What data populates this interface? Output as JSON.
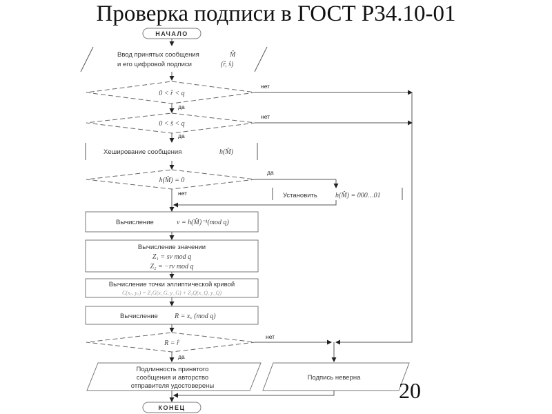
{
  "slide": {
    "title": "Проверка подписи в ГОСТ Р34.10-01",
    "page_number": "20"
  },
  "flowchart": {
    "start": "НАЧАЛО",
    "end": "КОНЕЦ",
    "input": {
      "line1": "Ввод принятых сообщения",
      "line1_math": "M̂",
      "line2": "и его цифровой подписи",
      "line2_math": "(r̂, ŝ)"
    },
    "decision_r": "0 < r̂ < q",
    "decision_s": "0 < ŝ < q",
    "hashing": {
      "text": "Хеширование сообщения",
      "math": "h(M̂)"
    },
    "decision_h": "h(M̂) = 0",
    "set_h": {
      "text": "Установить",
      "math": "h(M̂) = 000…01"
    },
    "compute_v": {
      "text": "Вычисление",
      "math": "v = h(M̂)⁻¹(mod q)"
    },
    "compute_z": {
      "title": "Вычисление значении",
      "z1": "Z₁ = sv mod q",
      "z2": "Z₂ = −rv mod q"
    },
    "compute_c": {
      "title": "Вычисление точки эллиптической кривой",
      "math": "C(x꜀, y꜀) = Z₁G(x_G, y_G) + Z₂Q(x_Q, y_Q)"
    },
    "compute_r": {
      "text": "Вычисление",
      "math": "R = x꜀ (mod q)"
    },
    "decision_final": "R = r̂",
    "output_ok": {
      "line1": "Подлинность принятого",
      "line2": "сообщения и авторство",
      "line3": "отправителя удостоверены"
    },
    "output_fail": "Подпись неверна",
    "labels": {
      "yes": "да",
      "no": "нет"
    }
  }
}
